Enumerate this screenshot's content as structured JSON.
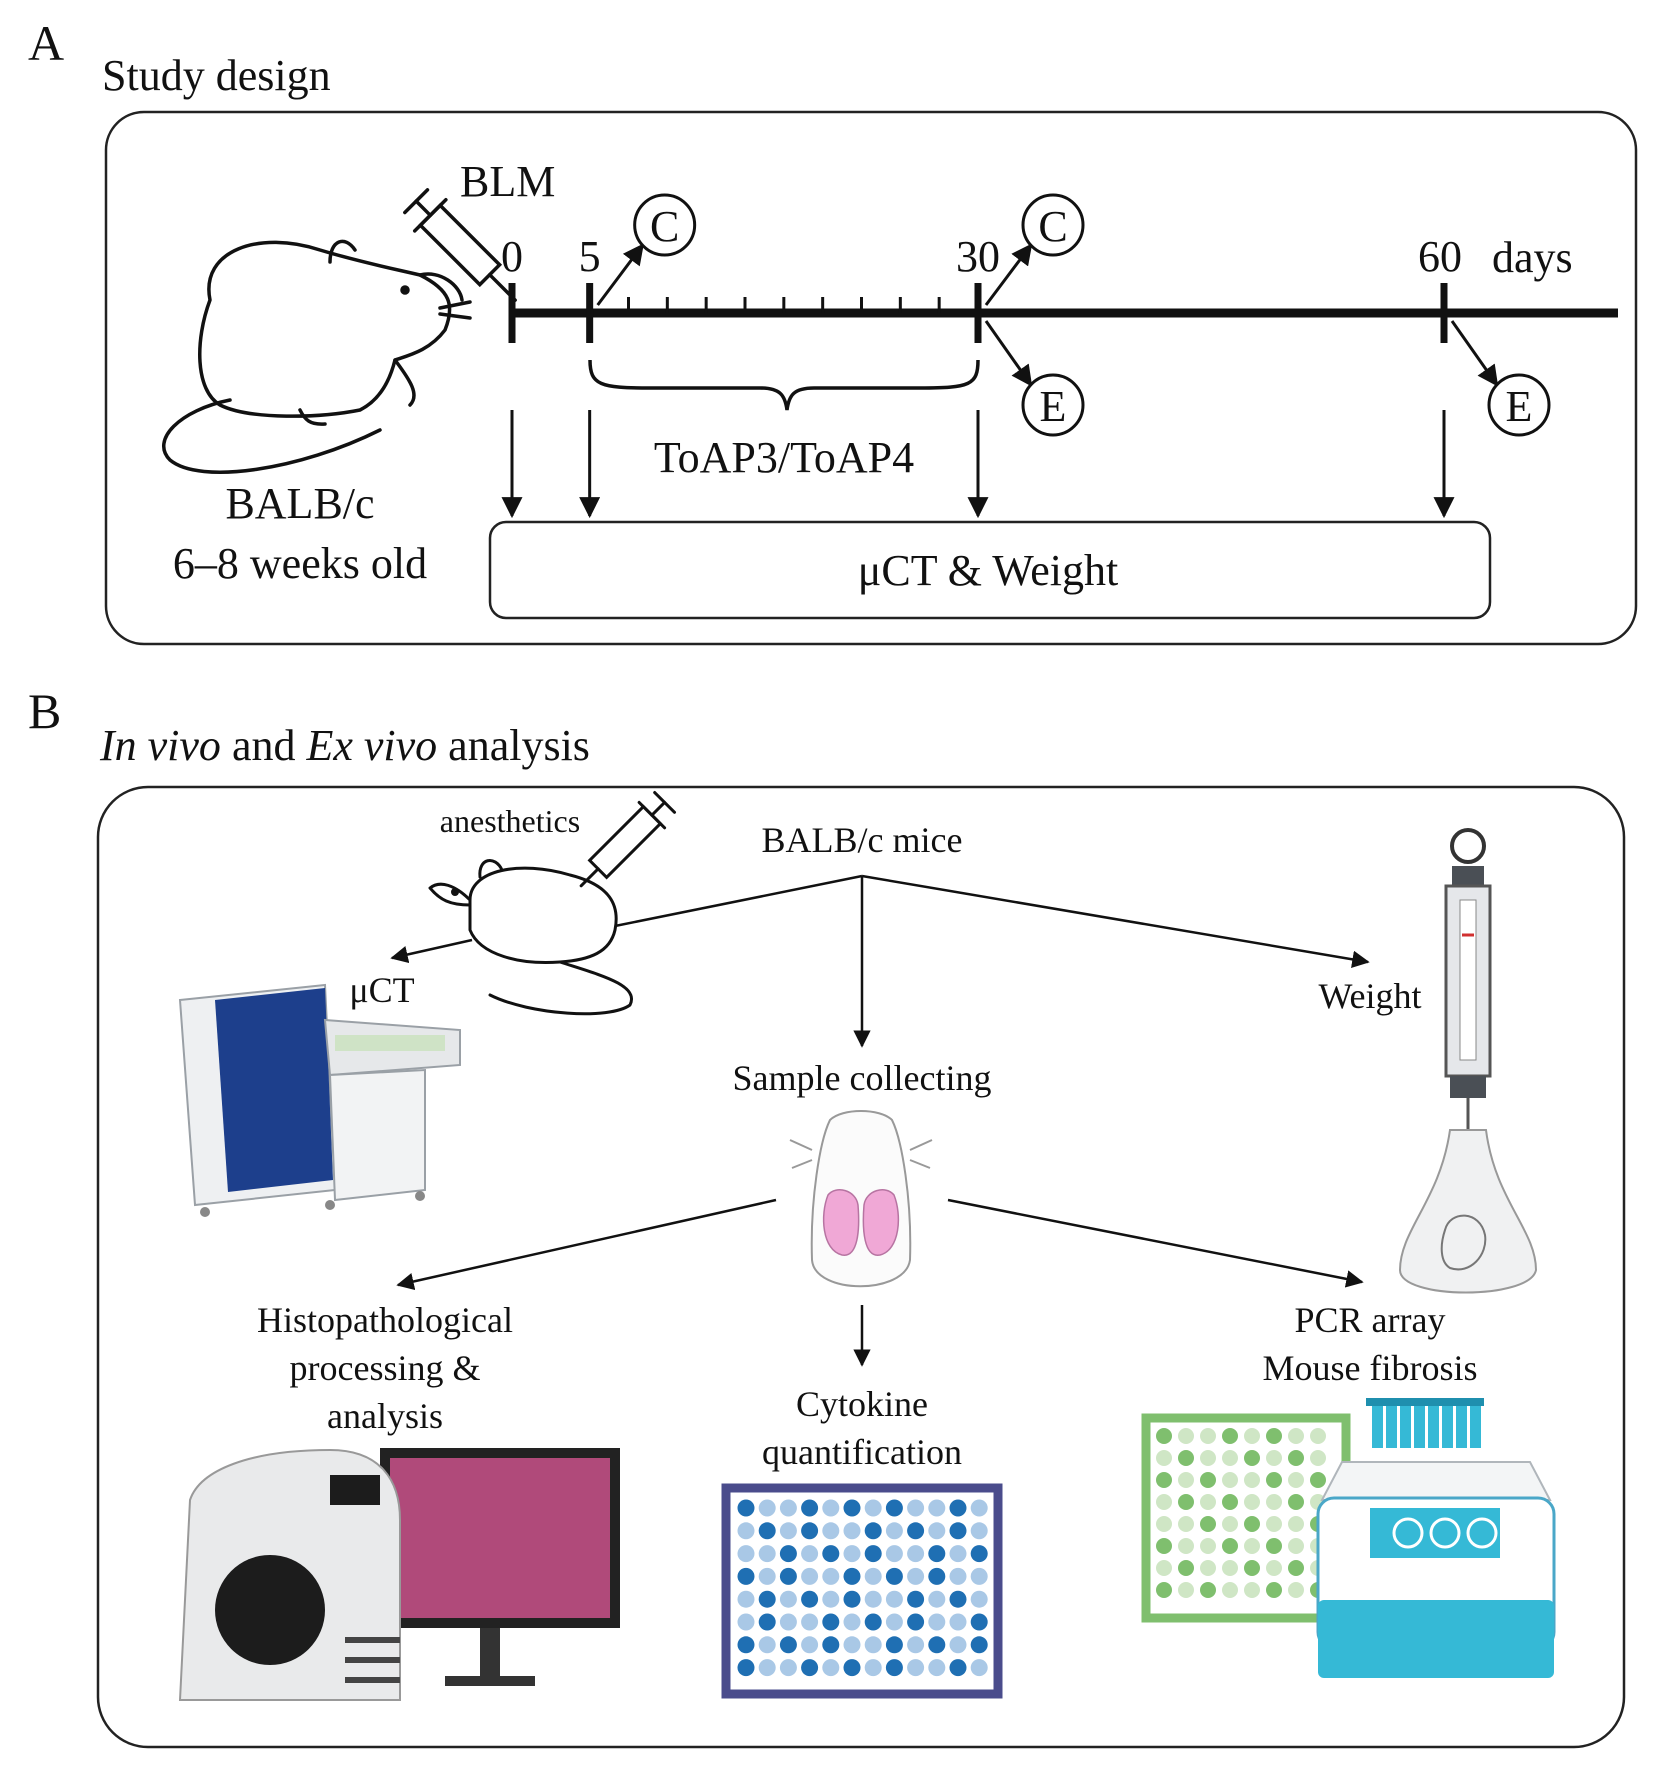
{
  "panel_a": {
    "letter": "A",
    "title": "Study design",
    "injection_label": "BLM",
    "timeline": {
      "unit": "days",
      "points": [
        {
          "day": 0,
          "label": "0"
        },
        {
          "day": 5,
          "label": "5"
        },
        {
          "day": 30,
          "label": "30"
        },
        {
          "day": 60,
          "label": "60"
        }
      ],
      "control_marker": "C",
      "endpoint_marker": "E",
      "treatment_label": "ToAP3/ToAP4",
      "measurement_label": "μCT & Weight"
    },
    "mouse_strain": "BALB/c",
    "mouse_age": "6–8 weeks old"
  },
  "panel_b": {
    "letter": "B",
    "title_italic_1": "In vivo",
    "title_mid": " and ",
    "title_italic_2": "Ex vivo",
    "title_end": " analysis",
    "anesthetics": "anesthetics",
    "mice": "BALB/c mice",
    "uct": "μCT",
    "weight": "Weight",
    "sample_collecting": "Sample collecting",
    "histo_1": "Histopathological",
    "histo_2": "processing &",
    "histo_3": "analysis",
    "cytokine_1": "Cytokine",
    "cytokine_2": "quantification",
    "pcr_1": "PCR array",
    "pcr_2": "Mouse fibrosis"
  },
  "colors": {
    "line": "#111111",
    "scanner_blue": "#1d3f8c",
    "lung_pink": "#f0a8d6",
    "elisa_frame": "#4a4c8c",
    "elisa_dark": "#1f6fb3",
    "elisa_light": "#a9c8e6",
    "pcr_green": "#7fbf6e",
    "pcr_cyan": "#35b9d6"
  }
}
